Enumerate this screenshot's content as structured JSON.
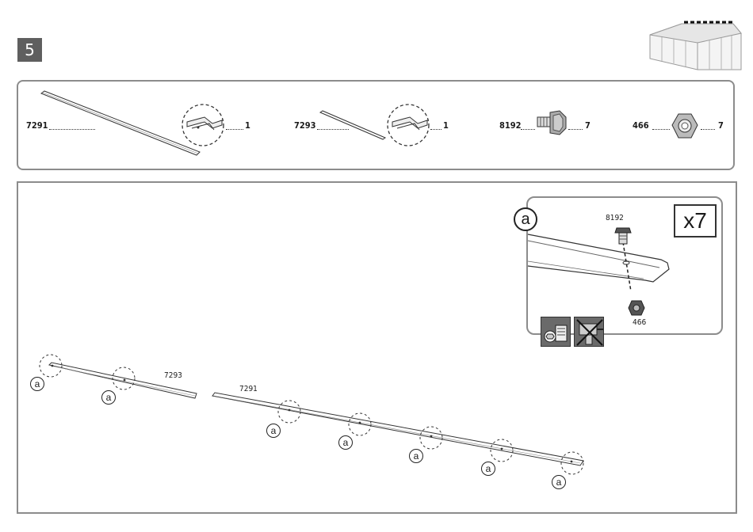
{
  "step": {
    "number": "5"
  },
  "parts": [
    {
      "code": "7291",
      "qty": "1"
    },
    {
      "code": "7293",
      "qty": "1"
    },
    {
      "code": "8192",
      "qty": "7"
    },
    {
      "code": "466",
      "qty": "7"
    }
  ],
  "detail": {
    "marker": "a",
    "multiplier": "x7",
    "bolt_code": "8192",
    "nut_code": "466"
  },
  "assembly": {
    "marker": "a",
    "short_rail_code": "7293",
    "long_rail_code": "7291"
  },
  "icons": {
    "shed": "shed-roof-icon",
    "wrench_ok": "wrench-tool-icon",
    "drill_no": "no-power-drill-icon"
  }
}
